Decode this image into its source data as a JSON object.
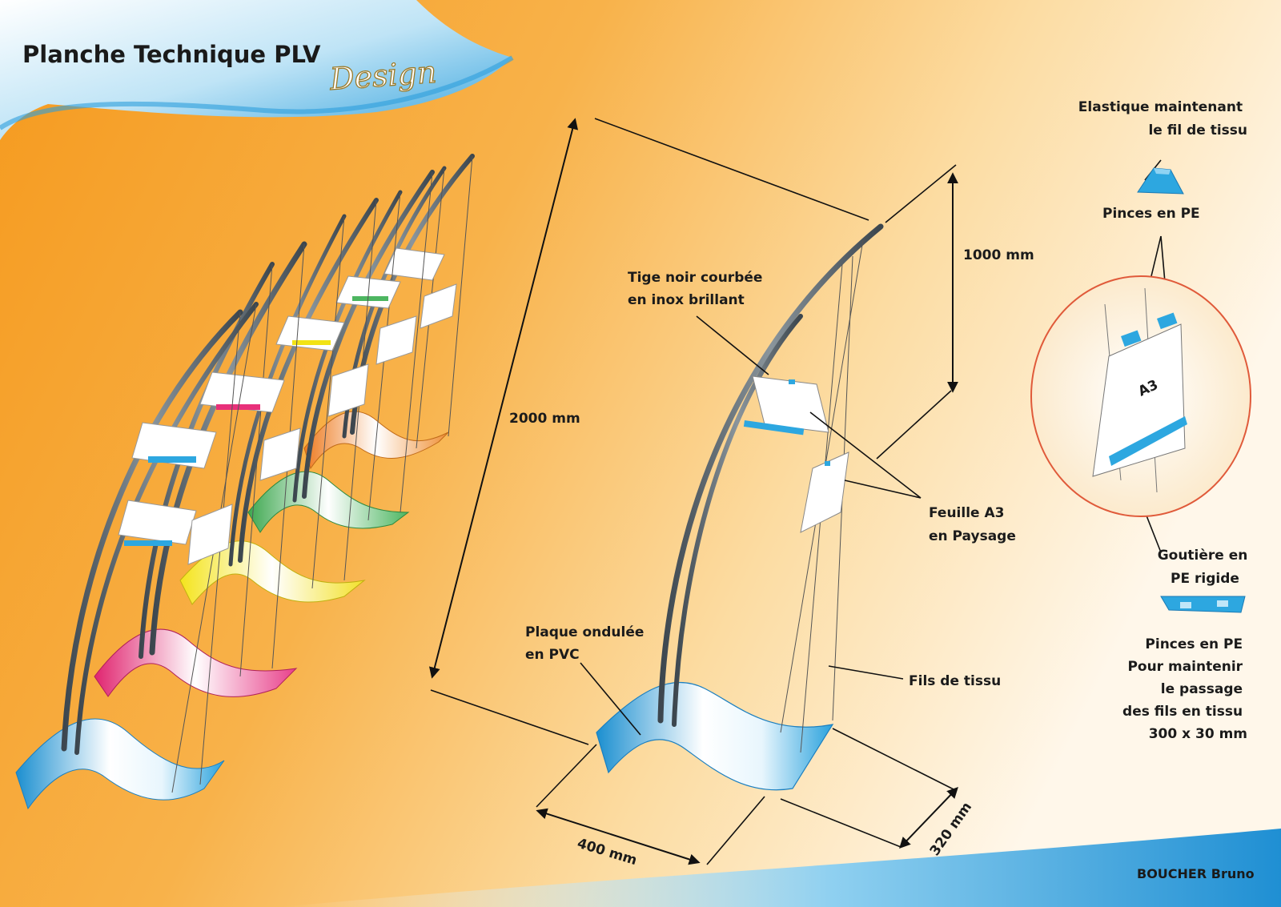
{
  "header": {
    "title": "Planche Technique PLV",
    "subtitle": "Design"
  },
  "labels": {
    "elastique": [
      "Elastique maintenant",
      "le fil de tissu"
    ],
    "pinces_top": "Pinces en PE",
    "tige": [
      "Tige noir courbée",
      "en inox brillant"
    ],
    "feuille": [
      "Feuille A3",
      "en Paysage"
    ],
    "gouttiere": [
      "Goutière en",
      "PE rigide"
    ],
    "pinces_bottom": [
      "Pinces en PE",
      "Pour maintenir",
      "le passage",
      "des fils en tissu",
      "300 x 30 mm"
    ],
    "plaque": [
      "Plaque ondulée",
      "en PVC"
    ],
    "fils": "Fils de tissu",
    "sheet_mark": "A3"
  },
  "dimensions": {
    "height_total": "2000 mm",
    "height_top": "1000 mm",
    "width": "400 mm",
    "depth": "320 mm"
  },
  "author": "BOUCHER Bruno",
  "colors": {
    "background_orange": "#f7a531",
    "background_cream": "#fdf3dc",
    "accent_blue": "#2da7e0",
    "rod_grey": "#5f6a72",
    "base_pink": "#e8307a",
    "base_yellow": "#f2e315",
    "base_green": "#46b05a",
    "base_orange": "#f0852a"
  }
}
